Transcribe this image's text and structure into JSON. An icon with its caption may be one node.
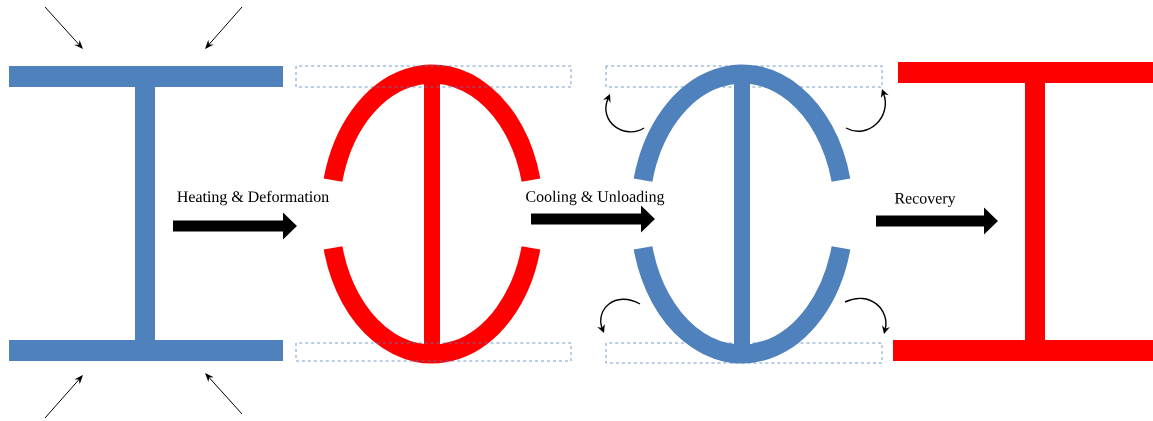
{
  "diagram": {
    "nodes": [
      {
        "text": [],
        "shape": "picture"
      },
      {
        "text": [],
        "shape": "picture"
      },
      {
        "text": [],
        "shape": "picture"
      },
      {
        "text": [],
        "shape": "picture"
      }
    ],
    "edges": [
      {
        "from": 0,
        "to": 1,
        "arrow": "to",
        "label": "Heating & Deformation"
      },
      {
        "from": 1,
        "to": 2,
        "arrow": "to",
        "label": "Cooling  & Unloading"
      },
      {
        "from": 2,
        "to": 3,
        "arrow": "to",
        "label": "Recovery"
      }
    ]
  }
}
